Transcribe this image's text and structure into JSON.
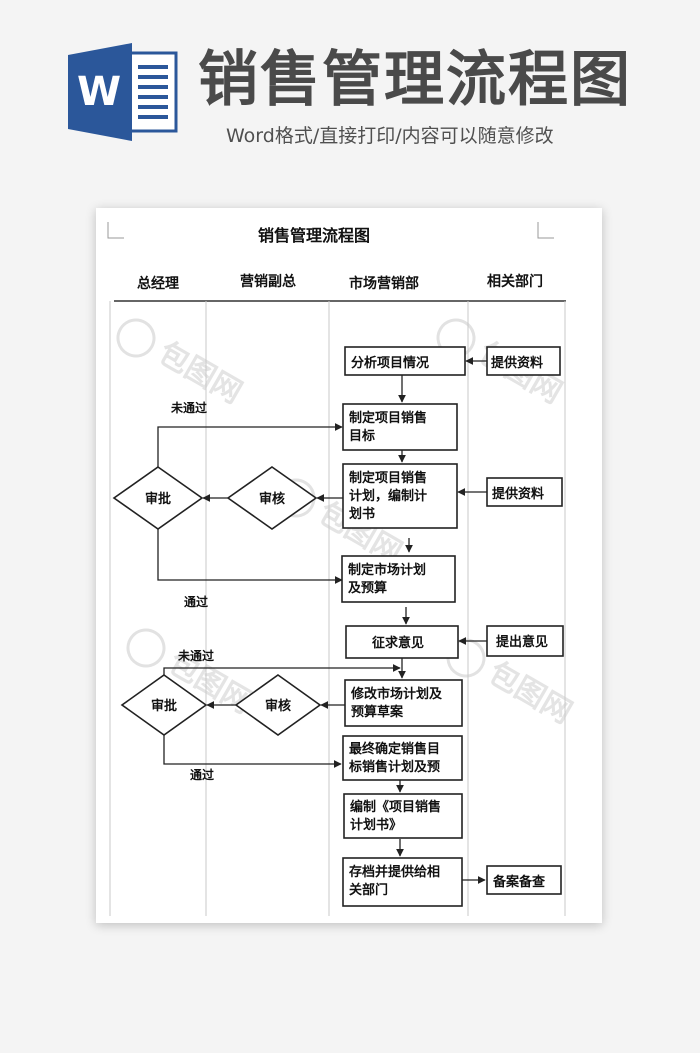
{
  "banner": {
    "title": "销售管理流程图",
    "subtitle": "Word格式/直接打印/内容可以随意修改",
    "logo_letter": "W",
    "logo_color": "#2b579a"
  },
  "document": {
    "title": "销售管理流程图",
    "lanes": [
      "总经理",
      "营销副总",
      "市场营销部",
      "相关部门"
    ],
    "boxes": {
      "analyze": [
        "分析项目情况"
      ],
      "provide1": [
        "提供资料"
      ],
      "target": [
        "制定项目销售",
        "目标"
      ],
      "plan": [
        "制定项目销售",
        "计划，编制计",
        "划书"
      ],
      "provide2": [
        "提供资料"
      ],
      "market_plan": [
        "制定市场计划",
        "及预算"
      ],
      "solicit": [
        "征求意见"
      ],
      "propose": [
        "提出意见"
      ],
      "revise": [
        "修改市场计划及",
        "预算草案"
      ],
      "final": [
        "最终确定销售目",
        "标销售计划及预"
      ],
      "compile": [
        "编制《项目销售",
        "计划书》"
      ],
      "archive": [
        "存档并提供给相",
        "关部门"
      ],
      "record": [
        "备案备查"
      ]
    },
    "diamonds": {
      "approve1": "审批",
      "review1": "审核",
      "approve2": "审批",
      "review2": "审核"
    },
    "edge_labels": {
      "reject1": "未通过",
      "pass1": "通过",
      "reject2": "未通过",
      "pass2": "通过"
    },
    "watermark": "包图网"
  }
}
